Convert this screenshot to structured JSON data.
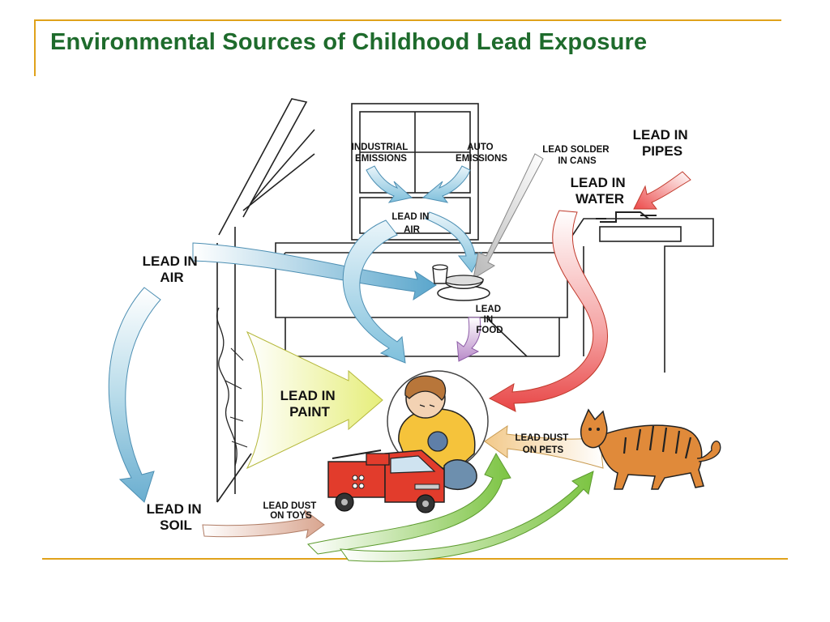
{
  "slide": {
    "title": "Environmental Sources of Childhood Lead Exposure"
  },
  "labels": {
    "industrial_emissions": [
      "INDUSTRIAL",
      "EMISSIONS"
    ],
    "auto_emissions": [
      "AUTO",
      "EMISSIONS"
    ],
    "lead_solder": [
      "LEAD SOLDER",
      "IN CANS"
    ],
    "lead_in_pipes": [
      "LEAD IN",
      "PIPES"
    ],
    "lead_in_water": [
      "LEAD IN",
      "WATER"
    ],
    "lead_in_air_small": [
      "LEAD IN",
      "AIR"
    ],
    "lead_in_air_big": [
      "LEAD IN",
      "AIR"
    ],
    "lead_in_food": [
      "LEAD",
      "IN",
      "FOOD"
    ],
    "lead_in_paint": [
      "LEAD IN",
      "PAINT"
    ],
    "lead_dust_on_pets": [
      "LEAD DUST",
      "ON PETS"
    ],
    "lead_in_soil": [
      "LEAD IN",
      "SOIL"
    ],
    "lead_dust_on_toys": [
      "LEAD DUST",
      "ON TOYS"
    ]
  },
  "colors": {
    "title": "#1e6b2c",
    "accent_rule": "#e0a21b"
  }
}
